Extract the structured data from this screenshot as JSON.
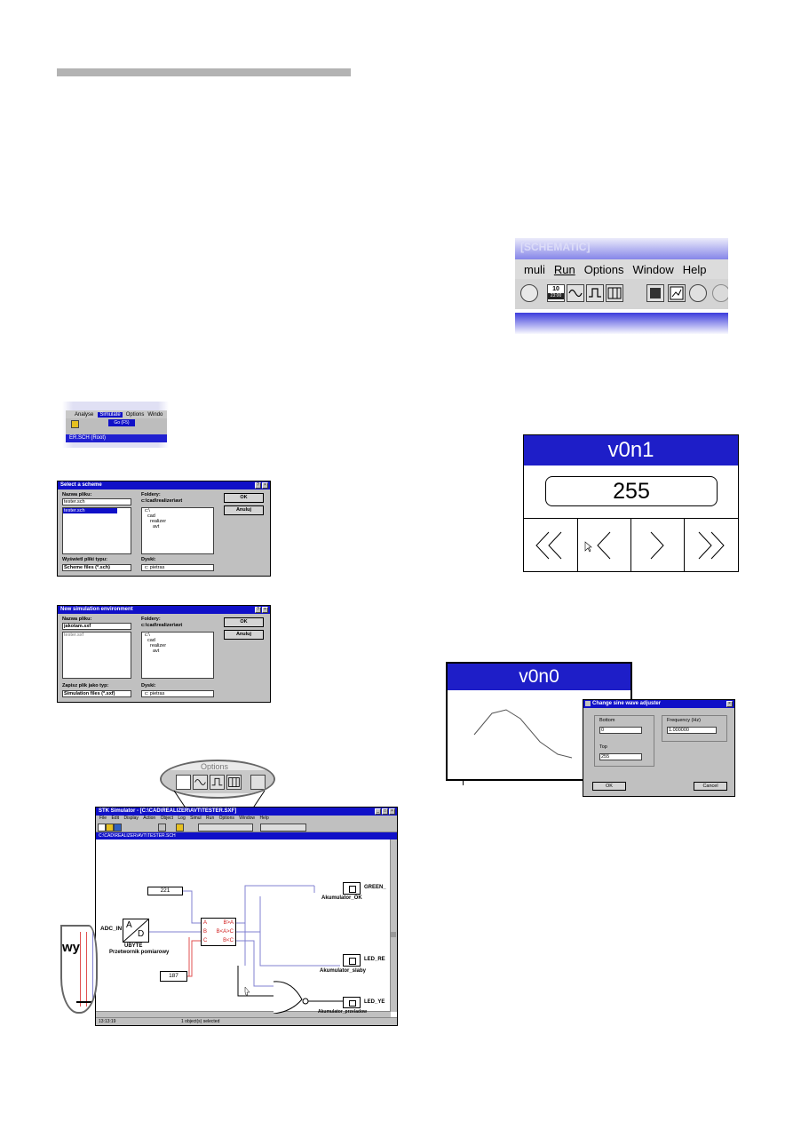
{
  "toolbar_crop": {
    "title": "[SCHEMATIC]",
    "menu": [
      "muli",
      "Run",
      "Options",
      "Window",
      "Help"
    ],
    "clock_icon_top": "10",
    "clock_icon_bottom": "23:00"
  },
  "simulate_menu_crop": {
    "menu": [
      "Analyse",
      "Simulate",
      "Options",
      "Windo"
    ],
    "submenu_item": "Go (F5)",
    "caption": "ER.SCH (Root)"
  },
  "select_dialog": {
    "title": "Select a scheme",
    "filename_label": "Nazwa pliku:",
    "filename_value": "tester.sch",
    "file_list": [
      "tester.sch"
    ],
    "folders_label": "Foldery:",
    "folders_path": "c:\\cad\\realizer\\avt",
    "folder_tree": [
      "c:\\",
      "cad",
      "realizer",
      "avt"
    ],
    "filetype_label": "Wyświetl pliki typu:",
    "filetype_value": "Scheme files (*.sch)",
    "drives_label": "Dyski:",
    "drives_value": "c: pietras",
    "ok": "OK",
    "cancel": "Anuluj"
  },
  "newsim_dialog": {
    "title": "New simulation environment",
    "filename_label": "Nazwa pliku:",
    "filename_value": "jakotam.sxf",
    "file_list": [
      "tester.sxf"
    ],
    "folders_label": "Foldery:",
    "folders_path": "c:\\cad\\realizer\\avt",
    "folder_tree": [
      "c:\\",
      "cad",
      "realizer",
      "avt"
    ],
    "filetype_label": "Zapisz plik jako typ:",
    "filetype_value": "Simulation files (*.sxf)",
    "drives_label": "Dyski:",
    "drives_value": "c: pietras",
    "ok": "OK",
    "cancel": "Anuluj"
  },
  "v0n1": {
    "title": "v0n1",
    "value": "255",
    "buttons": [
      "<<",
      "<",
      ">",
      ">>"
    ]
  },
  "v0n0": {
    "title": "v0n0",
    "dialog": {
      "title": "Change sine wave adjuster",
      "bottom_label": "Bottom",
      "bottom_value": "0",
      "top_label": "Top",
      "top_value": "255",
      "freq_label": "Frequency (Hz)",
      "freq_value": "1.000000",
      "ok": "OK",
      "cancel": "Cancel"
    }
  },
  "simulator": {
    "title": "STK Simulator - [C:\\CAD\\REALIZER\\AVT\\TESTER.SXF]",
    "zoom_menu_label": "Options",
    "menu": [
      "File",
      "Edit",
      "Display",
      "Action",
      "Object",
      "Log",
      "Simul",
      "Run",
      "Options",
      "Window",
      "Help"
    ],
    "sub_title": "C:\\CAD\\REALIZER\\AVT\\TESTER.SCH",
    "status_left": "13:13:19",
    "status_mid": "1 object(s) selected",
    "schematic": {
      "const_221": "221",
      "const_187": "187",
      "adc_label": "ADC_IN",
      "adc_a": "A",
      "adc_d": "D",
      "adc_type": "UBYTE",
      "adc_caption": "Przetwornik pomiarowy",
      "cmp_in": [
        "A",
        "B",
        "C"
      ],
      "cmp_out": [
        "B>A",
        "B<A>C",
        "B<C"
      ],
      "out_green": "GREEN_",
      "out_green_caption": "Akumulator_OK",
      "out_red": "LED_RE",
      "out_red_caption": "Akumulator_slaby",
      "out_yellow": "LED_YE",
      "out_yellow_caption": "Akumulator_przeladow",
      "zoom_text": "wy"
    }
  }
}
